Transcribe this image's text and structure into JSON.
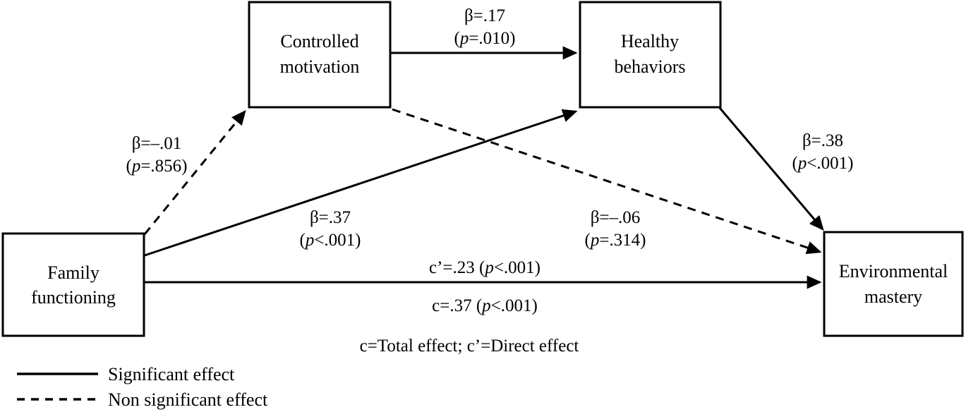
{
  "figure": {
    "type": "path-diagram",
    "nodes": [
      {
        "id": "family",
        "line1": "Family",
        "line2": "functioning"
      },
      {
        "id": "controlled",
        "line1": "Controlled",
        "line2": "motivation"
      },
      {
        "id": "healthy",
        "line1": "Healthy",
        "line2": "behaviors"
      },
      {
        "id": "environmental",
        "line1": "Environmental",
        "line2": "mastery"
      }
    ],
    "edges": [
      {
        "id": "controlled-to-healthy",
        "from": "controlled",
        "to": "healthy",
        "style": "solid",
        "significance": "significant",
        "beta_label": "β=.17",
        "p_prefix": "(",
        "p_italic": "p",
        "p_rest": "=.010)"
      },
      {
        "id": "family-to-controlled",
        "from": "family",
        "to": "controlled",
        "style": "dashed",
        "significance": "non-significant",
        "beta_label": "β=–.01",
        "p_prefix": "(",
        "p_italic": "p",
        "p_rest": "=.856)"
      },
      {
        "id": "family-to-healthy",
        "from": "family",
        "to": "healthy",
        "style": "solid",
        "significance": "significant",
        "beta_label": "β=.37",
        "p_prefix": "(",
        "p_italic": "p",
        "p_rest": "<.001)"
      },
      {
        "id": "controlled-to-environmental",
        "from": "controlled",
        "to": "environmental",
        "style": "dashed",
        "significance": "non-significant",
        "beta_label": "β=–.06",
        "p_prefix": "(",
        "p_italic": "p",
        "p_rest": "=.314)"
      },
      {
        "id": "healthy-to-environmental",
        "from": "healthy",
        "to": "environmental",
        "style": "solid",
        "significance": "significant",
        "beta_label": "β=.38",
        "p_prefix": "(",
        "p_italic": "p",
        "p_rest": "<.001)"
      },
      {
        "id": "family-to-environmental-direct",
        "from": "family",
        "to": "environmental",
        "style": "solid",
        "significance": "significant",
        "above_prefix": "c’=.23 (",
        "above_italic": "p",
        "above_rest": "<.001)",
        "below_prefix": "c=.37 (",
        "below_italic": "p",
        "below_rest": "<.001)"
      }
    ],
    "footnote": {
      "text": "c=Total effect; c’=Direct effect"
    },
    "legend": [
      {
        "id": "significant",
        "style": "solid",
        "label": "Significant effect"
      },
      {
        "id": "non-significant",
        "style": "dashed",
        "label": "Non significant effect"
      }
    ],
    "colors": {
      "stroke": "#000000",
      "background": "#ffffff",
      "text": "#000000"
    }
  }
}
